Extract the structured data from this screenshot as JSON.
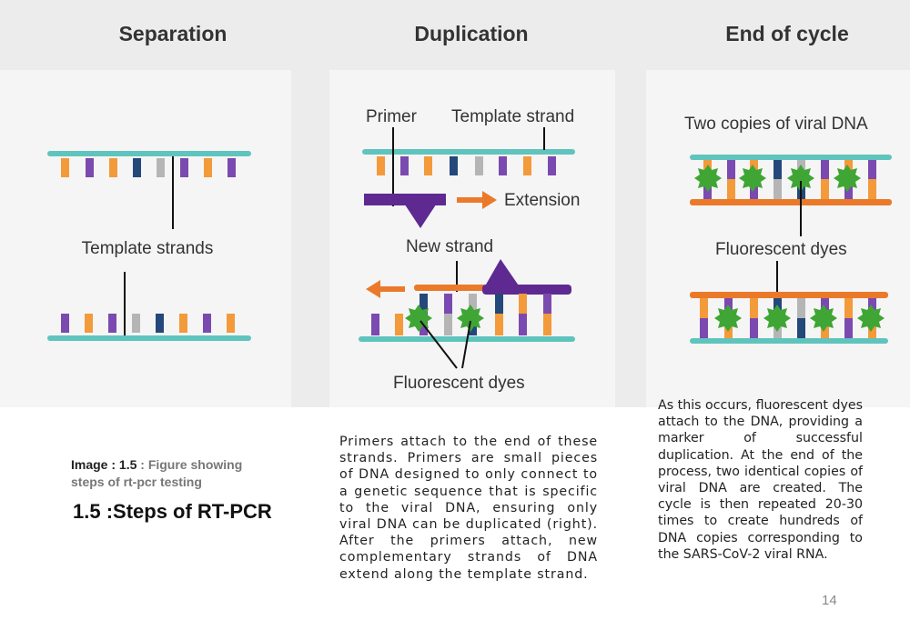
{
  "figure": {
    "columns": [
      {
        "title": "Separation"
      },
      {
        "title": "Duplication"
      },
      {
        "title": "End of cycle"
      }
    ],
    "labels": {
      "template_strands": "Template strands",
      "primer": "Primer",
      "template_strand": "Template strand",
      "extension": "Extension",
      "new_strand": "New strand",
      "fluorescent_dyes_mid": "Fluorescent dyes",
      "two_copies": "Two copies of viral DNA",
      "fluorescent_dyes_right": "Fluorescent dyes"
    },
    "colors": {
      "strand_teal": "#5fc4bd",
      "base_orange": "#f39a3a",
      "base_purple": "#7b4ab0",
      "base_navy": "#24487a",
      "base_gray": "#b5b5b5",
      "primer_purple": "#5e2a91",
      "dye_green": "#3fa635",
      "strand_orange": "#ea7a2a"
    }
  },
  "caption": {
    "label": "Image : 1.5",
    "text": " : Figure showing steps of rt-pcr testing"
  },
  "heading": "1.5 :Steps of RT-PCR",
  "paragraph_middle": "Primers attach to the end of these strands. Primers are small pieces of DNA designed to only connect to a genetic sequence that is specific to the viral DNA, ensuring only viral DNA can be duplicated (right). After the primers attach, new complementary strands of DNA extend along the template strand.",
  "paragraph_right": "As this occurs, fluorescent dyes attach to the DNA, providing a marker of successful duplication. At the end of the process, two identical copies of viral DNA are created. The cycle is then repeated 20-30 times to create hundreds of DNA copies corresponding to the SARS-CoV-2 viral RNA.",
  "page_number": "14"
}
